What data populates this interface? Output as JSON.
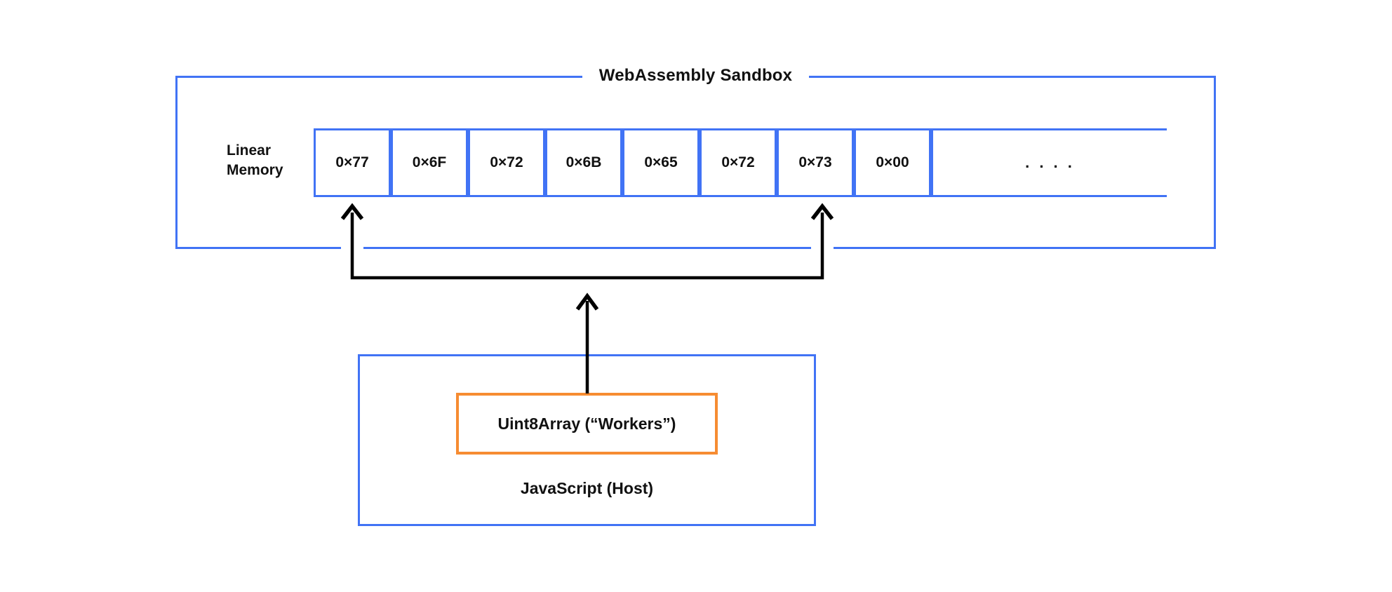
{
  "diagram": {
    "sandbox": {
      "title": "WebAssembly Sandbox"
    },
    "linear_memory": {
      "label_line1": "Linear",
      "label_line2": "Memory",
      "cells": [
        "0×77",
        "0×6F",
        "0×72",
        "0×6B",
        "0×65",
        "0×72",
        "0×73",
        "0×00"
      ],
      "overflow_cell": ". . . ."
    },
    "host": {
      "label": "JavaScript (Host)",
      "array_label": "Uint8Array (“Workers”)"
    },
    "colors": {
      "box_blue": "#4173F5",
      "array_orange": "#F68C32",
      "arrow_black": "#000000"
    }
  }
}
